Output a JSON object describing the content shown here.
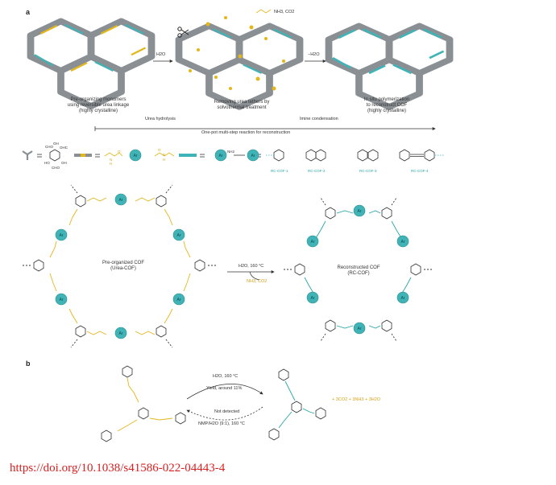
{
  "colors": {
    "teal": "#3fb3b5",
    "gold": "#e3b71a",
    "grey": "#8a8f94",
    "bond": "#333333",
    "url": "#d92020"
  },
  "panel_a": {
    "label": "a",
    "step1": {
      "caption": [
        "Pre-organizing monomers",
        "using reversible urea linkage",
        "(highly crystalline)"
      ]
    },
    "step2": {
      "reagent": "H2O",
      "caption": [
        "Removing urea tethers by",
        "solvothermal treatment"
      ],
      "byproduct": "NH3, CO2"
    },
    "step3": {
      "reagent": "−H2O",
      "caption": [
        "In situ polymerization",
        "to reconstruct COF",
        "(highly crystalline)"
      ]
    },
    "timeline": {
      "left": "Urea hydrolysis",
      "center": "One-pot multi-step reaction for reconstruction",
      "right": "Imine condensation"
    },
    "legend": {
      "aldehyde": [
        "CHO",
        "OH",
        "OHC",
        "HO",
        "OH",
        "CHO"
      ],
      "ar": "Ar",
      "amine": "NH2",
      "urea": [
        "O",
        "N",
        "H",
        "H",
        "N",
        "O"
      ],
      "cofs": [
        "RC-COF-1",
        "RC-COF-2",
        "RC-COF-3",
        "RC-COF-4"
      ]
    },
    "left_cof": {
      "title": "Pre-organized COF",
      "subtitle": "(Urea-COF)"
    },
    "arrow": {
      "conditions": "H2O, 160 °C",
      "byproduct": "NH3, CO2"
    },
    "right_cof": {
      "title": "Reconstructed COF",
      "subtitle": "(RC-COF)"
    }
  },
  "panel_b": {
    "label": "b",
    "forward": {
      "conditions": "H2O, 160 °C",
      "yield": "Yield, around 11%"
    },
    "reverse": {
      "conditions": "Not detected",
      "reagent": "NMP/H2O (9:1), 160 °C"
    },
    "byproducts": "+ 3CO2 + 3NH3 + 3H2O"
  },
  "doi": "https://doi.org/10.1038/s41586-022-04443-4"
}
